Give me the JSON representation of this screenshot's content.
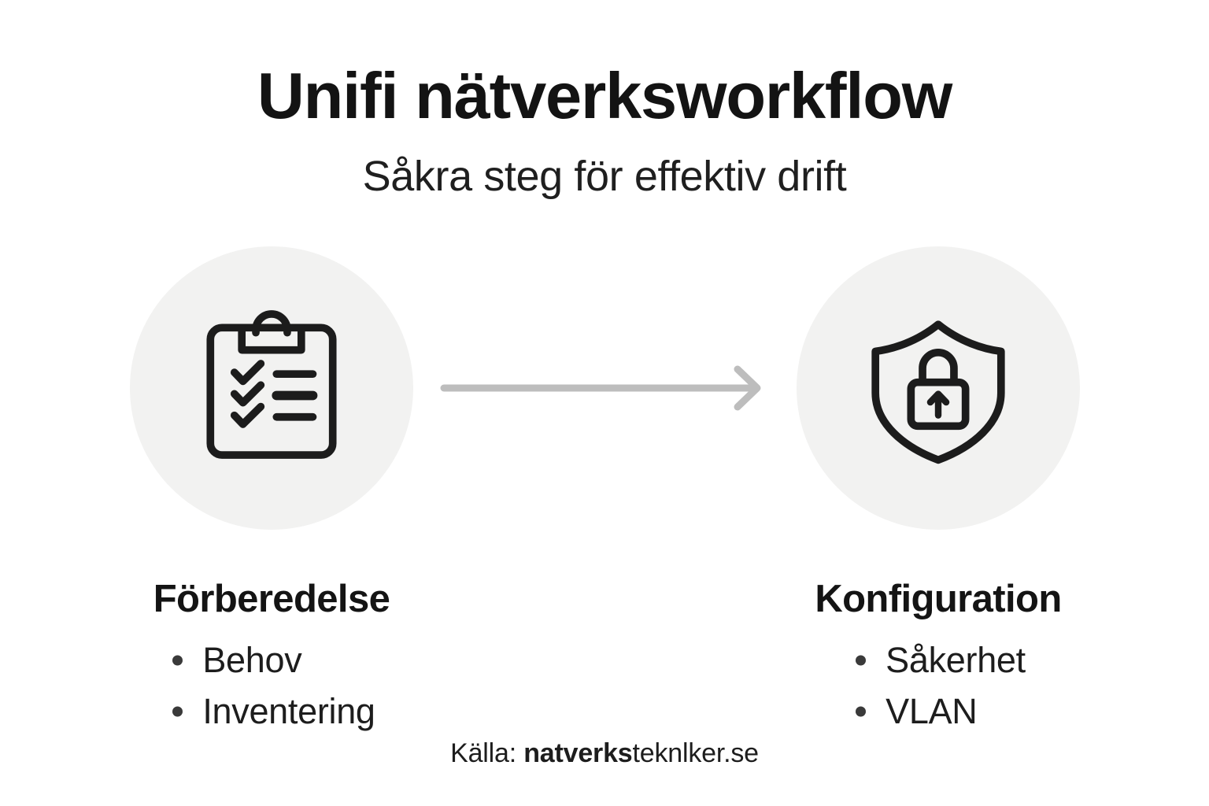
{
  "header": {
    "title": "Unifi nätverksworkflow",
    "subtitle": "Såkra steg för effektiv drift"
  },
  "steps": [
    {
      "id": "forberedelse",
      "icon": "clipboard-checklist-icon",
      "heading": "Förberedelse",
      "bullets": [
        "Behov",
        "Inventering"
      ]
    },
    {
      "id": "konfiguration",
      "icon": "shield-lock-icon",
      "heading": "Konfiguration",
      "bullets": [
        "Såkerhet",
        "VLAN"
      ]
    }
  ],
  "connector": {
    "icon": "arrow-right-icon",
    "direction": "right"
  },
  "footer": {
    "source_label": "Källa: ",
    "source_brand": "natverks",
    "source_domain": "teknlker.se"
  },
  "colors": {
    "background": "#ffffff",
    "icon_circle": "#f2f2f1",
    "icon_stroke": "#1c1c1c",
    "arrow": "#bdbdbd",
    "title_text": "#131313",
    "body_text": "#1d1d1d",
    "bullet_dot": "#3a3a3a"
  }
}
